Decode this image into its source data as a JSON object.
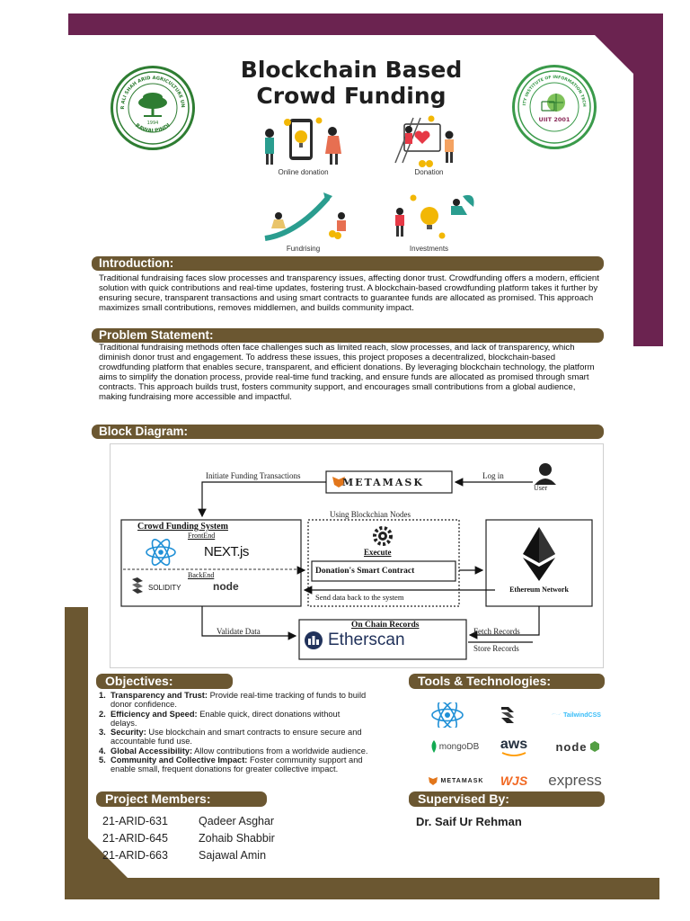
{
  "title_line1": "Blockchain Based",
  "title_line2": "Crowd Funding",
  "logos": {
    "left": {
      "ring": "PIR MEHR ALI SHAH ARID AGRICULTURE UNIVERSITY",
      "year": "1994",
      "city": "RAWALPINDI"
    },
    "right": {
      "ring": "UNIVERSITY INSTITUTE OF INFORMATION TECHNOLOGY",
      "inner": "UIIT 2001"
    }
  },
  "illustrations": [
    {
      "caption": "Online donation",
      "icon": "phone-lightbulb-icon"
    },
    {
      "caption": "Donation",
      "icon": "heart-ladder-icon"
    },
    {
      "caption": "Fundrising",
      "icon": "rising-arrow-icon"
    },
    {
      "caption": "Investments",
      "icon": "lightbulb-people-icon"
    }
  ],
  "introduction": {
    "heading": "Introduction:",
    "body": "Traditional fundraising faces slow processes and transparency issues, affecting donor trust. Crowdfunding offers a modern, efficient solution with quick contributions and real-time updates, fostering trust. A blockchain-based crowdfunding platform takes it further by ensuring secure, transparent transactions and using smart contracts to guarantee funds are allocated as promised. This approach maximizes small contributions, removes middlemen, and builds community impact."
  },
  "problem": {
    "heading": "Problem Statement:",
    "body": "Traditional fundraising methods often face challenges such as limited reach, slow processes, and lack of transparency, which diminish donor trust and engagement. To address these issues, this project proposes a decentralized, blockchain-based crowdfunding platform that enables secure, transparent, and efficient donations. By leveraging blockchain technology, the platform aims to simplify the donation process, provide real-time fund tracking, and ensure funds are allocated as promised through smart contracts. This approach builds trust, fosters community support, and encourages small contributions from a global audience, making fundraising more accessible and impactful."
  },
  "block_diagram": {
    "heading": "Block Diagram:",
    "metamask": "METAMASK",
    "initiate": "Initiate Funding Transactions",
    "login": "Log in",
    "user": "User",
    "crowd_system": "Crowd Funding System",
    "frontend": "FrontEnd",
    "next": "NEXT.js",
    "backend": "BackEnd",
    "solidity": "SOLIDITY",
    "node": "node",
    "using_nodes": "Using Blockchian Nodes",
    "execute": "Execute",
    "smart_contract": "Donation's Smart Contract",
    "send_back": "Send data back to the system",
    "ethereum": "Ethereum Network",
    "validate": "Validate Data",
    "on_chain": "On Chain Records",
    "etherscan": "Etherscan",
    "fetch": "Fetch Records",
    "store": "Store Records"
  },
  "objectives": {
    "heading": "Objectives:",
    "items": [
      {
        "num": "1.",
        "title": "Transparency and Trust:",
        "text": " Provide real-time tracking of funds to build donor confidence."
      },
      {
        "num": "2.",
        "title": "Efficiency and Speed:",
        "text": " Enable quick, direct donations without delays."
      },
      {
        "num": "3.",
        "title": "Security:",
        "text": " Use blockchain and smart contracts to ensure secure and accountable fund use."
      },
      {
        "num": "4.",
        "title": "Global Accessibility:",
        "text": " Allow contributions from a worldwide audience."
      },
      {
        "num": "5.",
        "title": "Community and Collective Impact:",
        "text": " Foster community support and enable small, frequent donations for greater collective impact."
      }
    ]
  },
  "tools": {
    "heading": "Tools & Technologies:",
    "tailwind": "TailwindCSS",
    "mongodb": "mongoDB",
    "aws": "aws",
    "node": "node",
    "metamask": "METAMASK",
    "web3": "WJS",
    "express": "express"
  },
  "members": {
    "heading": "Project Members:",
    "rows": [
      {
        "id": "21-ARID-631",
        "name": "Qadeer Asghar"
      },
      {
        "id": "21-ARID-645",
        "name": "Zohaib Shabbir"
      },
      {
        "id": "21-ARID-663",
        "name": "Sajawal Amin"
      }
    ]
  },
  "supervisor": {
    "heading": "Supervised By:",
    "name": "Dr. Saif Ur Rehman"
  },
  "colors": {
    "purple": "#6b2350",
    "brown": "#6b5731"
  }
}
